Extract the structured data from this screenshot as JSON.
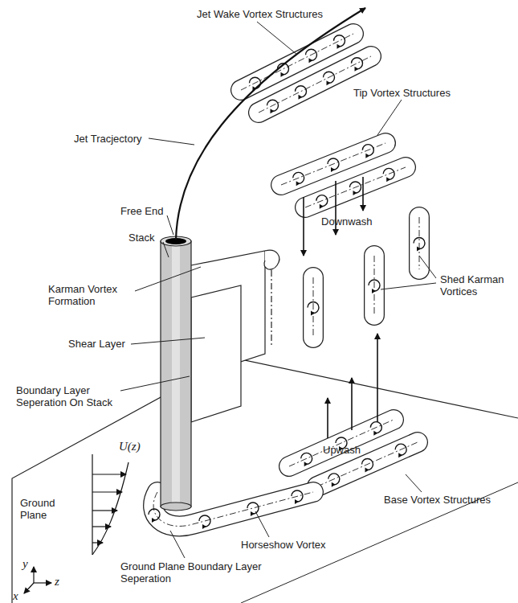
{
  "diagram": {
    "labels": [
      "Jet Wake Vortex Structures",
      "Jet Tracjectory",
      "Tip Vortex Structures",
      "Free End",
      "Stack",
      "Downwash",
      "Karman Vortex Formation",
      "Shed Karman Vortices",
      "Shear Layer",
      "Upwash",
      "Boundary Layer Seperation On Stack",
      "Base Vortex Structures",
      "U(z)",
      "Ground Plane",
      "Horseshow Vortex",
      "Ground Plane Boundary Layer Seperation",
      "x",
      "y",
      "z"
    ]
  }
}
